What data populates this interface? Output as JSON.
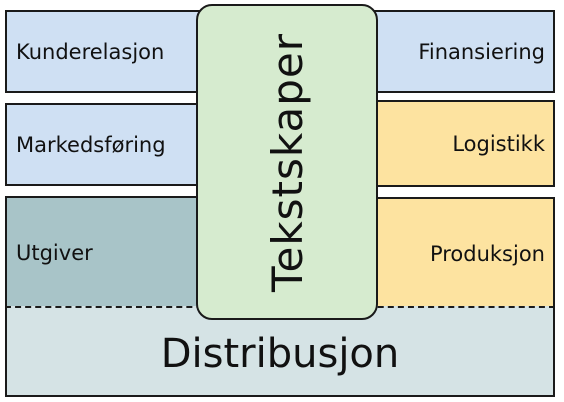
{
  "diagram": {
    "left_column": {
      "top": "Kunderelasjon",
      "middle": "Markedsføring",
      "bottom": "Utgiver"
    },
    "right_column": {
      "top": "Finansiering",
      "middle": "Logistikk",
      "bottom": "Produksjon"
    },
    "center": "Tekstskaper",
    "base": "Distribusjon"
  },
  "colors": {
    "blue": "#cfe0f3",
    "yellow": "#fde3a0",
    "teal": "#a8c4c8",
    "grey": "#d5e3e5",
    "green": "#d6ebcf",
    "border": "#1a1a1a"
  }
}
